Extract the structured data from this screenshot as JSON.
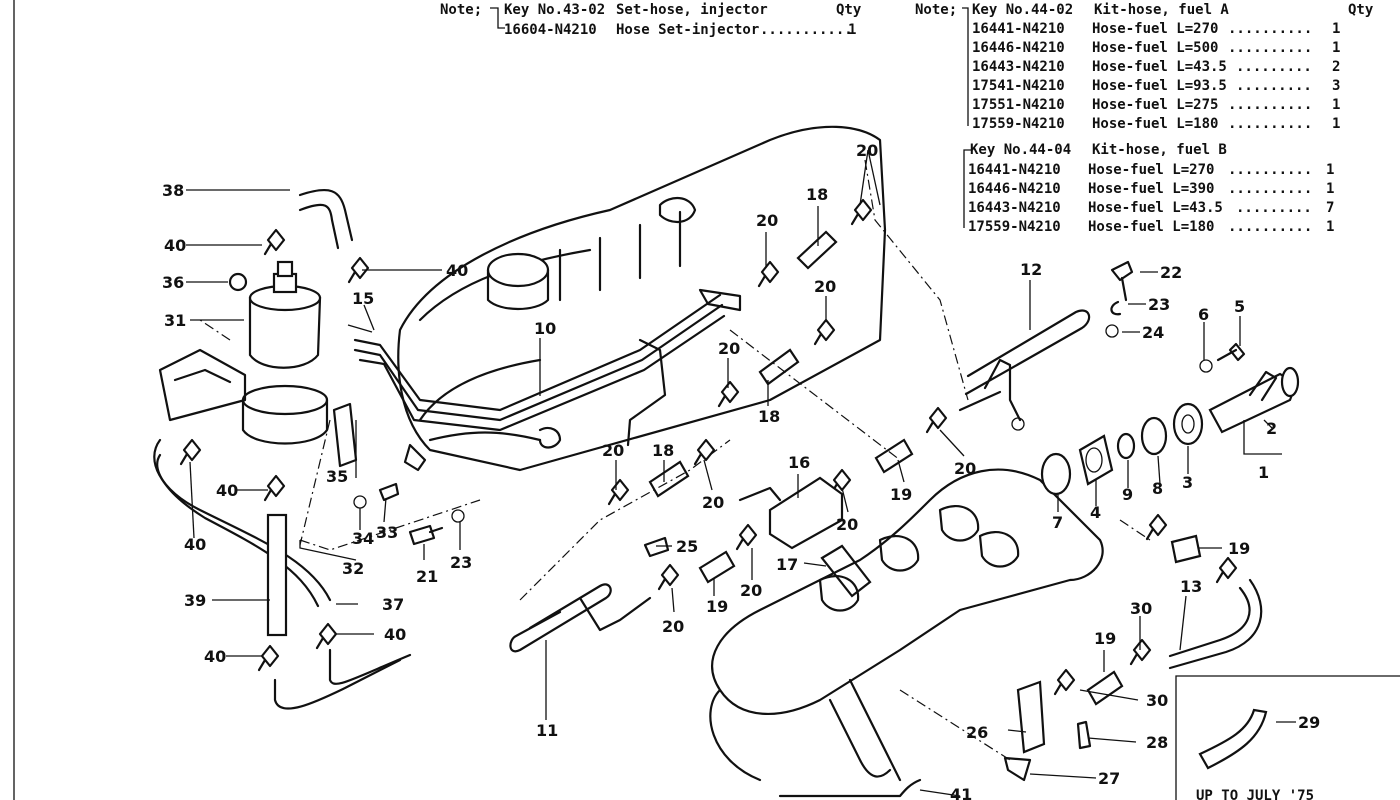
{
  "note_injector": {
    "note_label": "Note;",
    "header_key": "Key No.43-02",
    "header_desc": "Set-hose, injector",
    "header_qty": "Qty",
    "rows": [
      {
        "part": "16604-N4210",
        "desc": "Hose Set-injector",
        "qty": "1"
      }
    ]
  },
  "note_fuel_a": {
    "note_label": "Note;",
    "header_key": "Key No.44-02",
    "header_desc": "Kit-hose, fuel A",
    "header_qty": "Qty",
    "rows": [
      {
        "part": "16441-N4210",
        "desc": "Hose-fuel L=270",
        "qty": "1"
      },
      {
        "part": "16446-N4210",
        "desc": "Hose-fuel L=500",
        "qty": "1"
      },
      {
        "part": "16443-N4210",
        "desc": "Hose-fuel L=43.5",
        "qty": "2"
      },
      {
        "part": "17541-N4210",
        "desc": "Hose-fuel L=93.5",
        "qty": "3"
      },
      {
        "part": "17551-N4210",
        "desc": "Hose-fuel L=275",
        "qty": "1"
      },
      {
        "part": "17559-N4210",
        "desc": "Hose-fuel L=180",
        "qty": "1"
      }
    ]
  },
  "note_fuel_b": {
    "header_key": "Key No.44-04",
    "header_desc": "Kit-hose, fuel B",
    "rows": [
      {
        "part": "16441-N4210",
        "desc": "Hose-fuel L=270",
        "qty": "1"
      },
      {
        "part": "16446-N4210",
        "desc": "Hose-fuel L=390",
        "qty": "1"
      },
      {
        "part": "16443-N4210",
        "desc": "Hose-fuel L=43.5",
        "qty": "7"
      },
      {
        "part": "17559-N4210",
        "desc": "Hose-fuel L=180",
        "qty": "1"
      }
    ]
  },
  "inset": {
    "caption": "UP TO JULY '75",
    "callout": "29"
  },
  "callouts": {
    "c1": "1",
    "c2": "2",
    "c3": "3",
    "c4": "4",
    "c5": "5",
    "c6": "6",
    "c7": "7",
    "c8": "8",
    "c9": "9",
    "c10": "10",
    "c11": "11",
    "c12": "12",
    "c13": "13",
    "c15": "15",
    "c16": "16",
    "c17": "17",
    "c18": "18",
    "c19": "19",
    "c20": "20",
    "c21": "21",
    "c22": "22",
    "c23": "23",
    "c24": "24",
    "c25": "25",
    "c26": "26",
    "c27": "27",
    "c28": "28",
    "c30": "30",
    "c31": "31",
    "c32": "32",
    "c33": "33",
    "c34": "34",
    "c35": "35",
    "c36": "36",
    "c37": "37",
    "c38": "38",
    "c39": "39",
    "c40": "40",
    "c41": "41"
  }
}
